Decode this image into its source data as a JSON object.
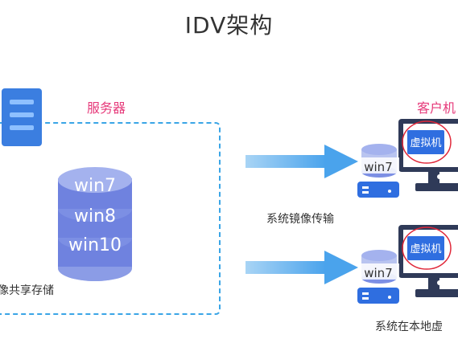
{
  "title": "IDV架构",
  "server": {
    "label": "服务器"
  },
  "client": {
    "label": "客户机"
  },
  "storage": {
    "images": [
      "win7",
      "win8",
      "win10"
    ],
    "label": "像共享存储"
  },
  "transfer": {
    "label": "系统镜像传输"
  },
  "clients": [
    {
      "os_label": "win7",
      "vm_label": "虚拟机"
    },
    {
      "os_label": "win7",
      "vm_label": "虚拟机"
    }
  ],
  "local": {
    "label": "系统在本地虚"
  },
  "colors": {
    "accent": "#3aa5e6",
    "server_label": "#e63a7a",
    "disk": "#6a7fe0",
    "monitor": "#2f3a58",
    "vm_ring": "#e0283a"
  }
}
